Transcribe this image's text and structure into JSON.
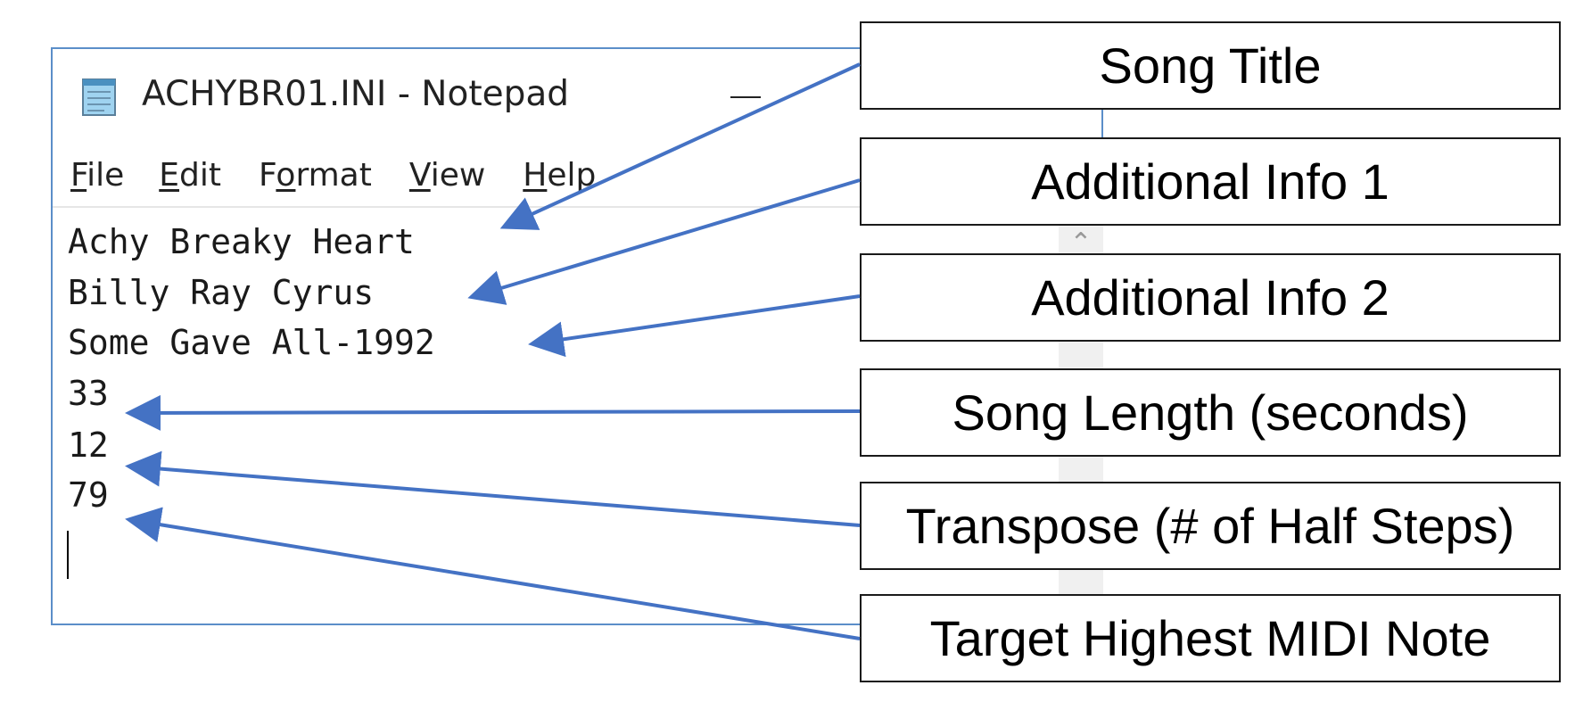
{
  "window": {
    "title": "ACHYBR01.INI - Notepad",
    "minimize_symbol": ""
  },
  "menu": [
    {
      "accel": "F",
      "rest": "ile"
    },
    {
      "accel": "E",
      "rest": "dit"
    },
    {
      "pre": "F",
      "accel": "o",
      "rest": "rmat"
    },
    {
      "accel": "V",
      "rest": "iew"
    },
    {
      "accel": "H",
      "rest": "elp"
    }
  ],
  "editor": {
    "lines": [
      "Achy Breaky Heart",
      "Billy Ray Cyrus",
      "Some Gave All-1992",
      "33",
      "12",
      "79"
    ]
  },
  "scrollbar": {
    "up_symbol": "⌃",
    "down_symbol": "⌄"
  },
  "callouts": [
    "Song Title",
    "Additional Info 1",
    "Additional Info 2",
    "Song Length (seconds)",
    "Transpose (# of Half Steps)",
    "Target Highest MIDI Note"
  ],
  "colors": {
    "arrow": "#4472c4",
    "window_border": "#5b8ec9"
  }
}
